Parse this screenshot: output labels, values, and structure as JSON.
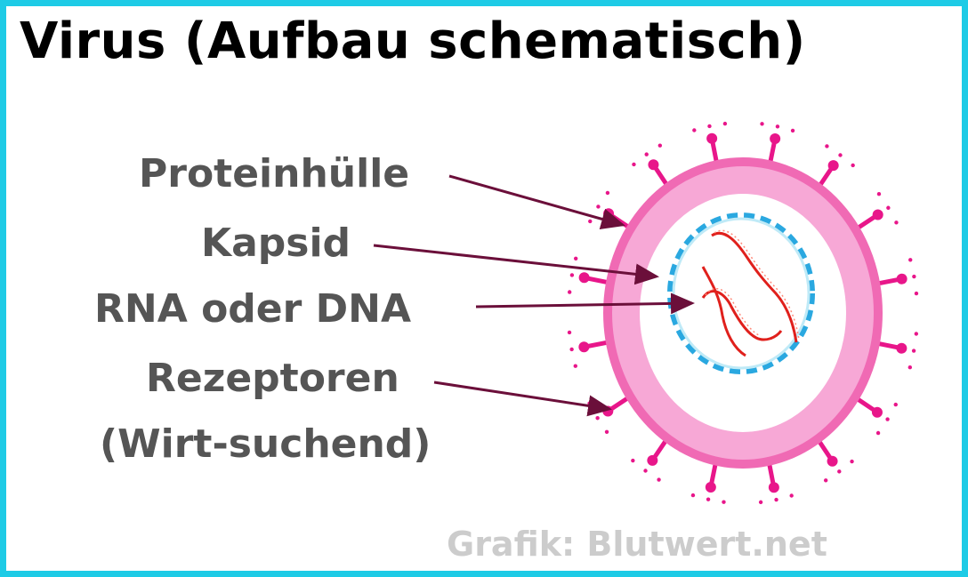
{
  "title": "Virus (Aufbau schematisch)",
  "labels": {
    "proteinhuelle": "Proteinhülle",
    "kapsid": "Kapsid",
    "nukleinsaeure": "RNA  oder DNA",
    "rezeptoren_line1": "Rezeptoren",
    "rezeptoren_line2": "(Wirt-suchend)"
  },
  "credit": "Grafik: Blutwert.net",
  "colors": {
    "frame": "#1ecbe6",
    "envelope": "#f06ab4",
    "envelope_light": "#f7a8d6",
    "receptor": "#e8168a",
    "capsid": "#2aa8e0",
    "genome": "#e0201c",
    "arrow": "#6b0f3a",
    "label_text": "#555555",
    "credit_text": "#cccccc"
  }
}
